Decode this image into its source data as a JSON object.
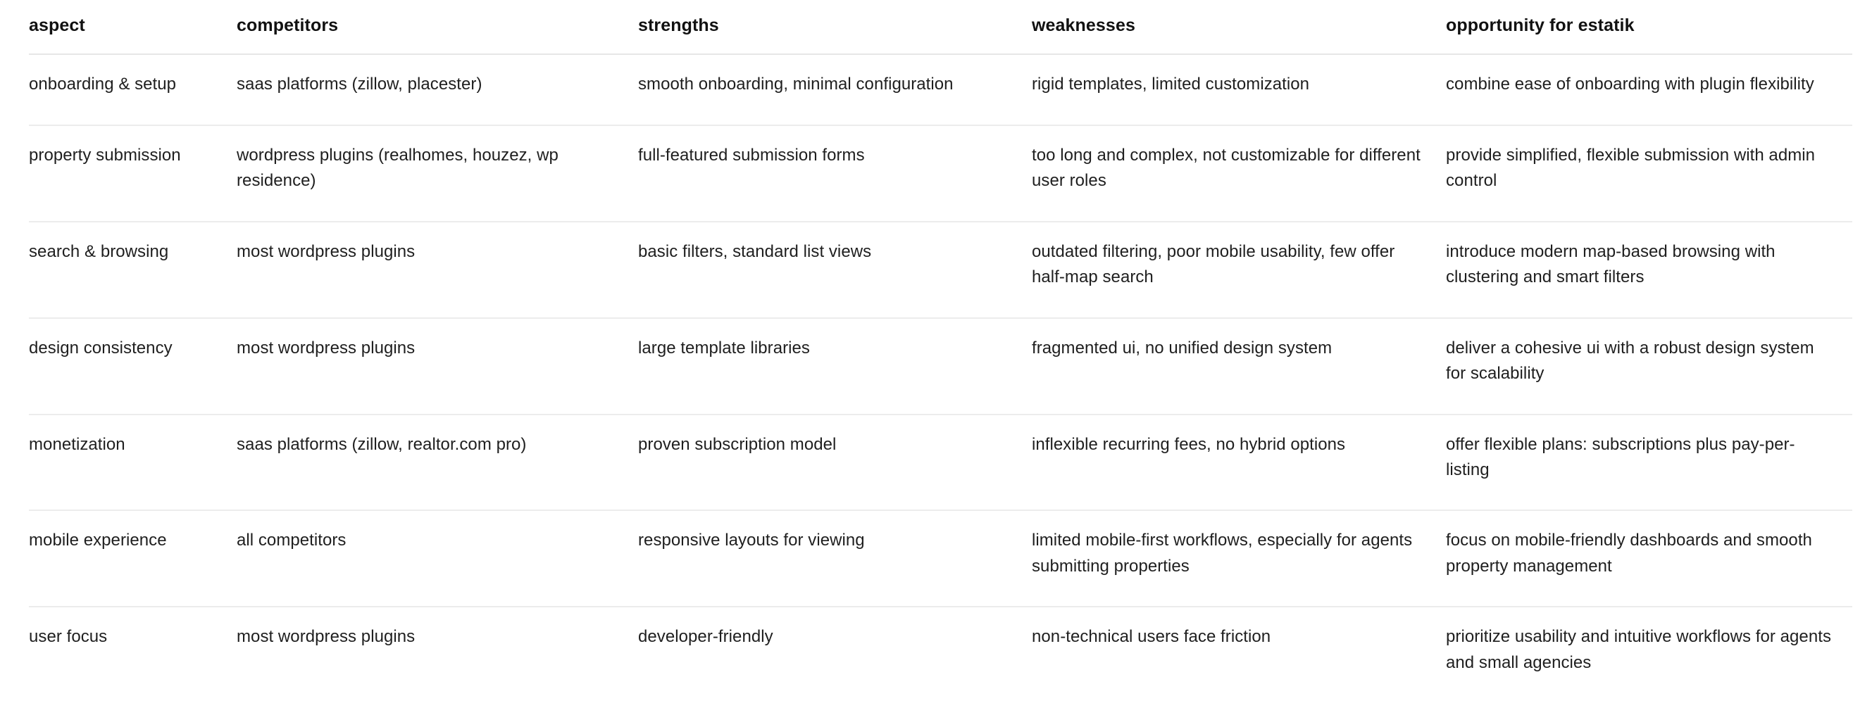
{
  "table": {
    "columns": [
      "aspect",
      "competitors",
      "strengths",
      "weaknesses",
      "opportunity for estatik"
    ],
    "rows": [
      {
        "aspect": "onboarding & setup",
        "competitors": "saas platforms (zillow, placester)",
        "strengths": "smooth onboarding, minimal configuration",
        "weaknesses": "rigid templates, limited customization",
        "opportunity": "combine ease of onboarding with plugin flexibility"
      },
      {
        "aspect": "property submission",
        "competitors": "wordpress plugins (realhomes, houzez, wp residence)",
        "strengths": "full-featured submission forms",
        "weaknesses": "too long and complex, not customizable for different user roles",
        "opportunity": "provide simplified, flexible submission with admin control"
      },
      {
        "aspect": "search & browsing",
        "competitors": "most wordpress plugins",
        "strengths": "basic filters, standard list views",
        "weaknesses": "outdated filtering, poor mobile usability, few offer half-map search",
        "opportunity": "introduce modern map-based browsing with clustering and smart filters"
      },
      {
        "aspect": "design consistency",
        "competitors": "most wordpress plugins",
        "strengths": "large template libraries",
        "weaknesses": "fragmented ui, no unified design system",
        "opportunity": "deliver a cohesive ui with a robust design system for scalability"
      },
      {
        "aspect": "monetization",
        "competitors": "saas platforms (zillow, realtor.com pro)",
        "strengths": "proven subscription model",
        "weaknesses": "inflexible recurring fees, no hybrid options",
        "opportunity": "offer flexible plans: subscriptions plus pay-per-listing"
      },
      {
        "aspect": "mobile experience",
        "competitors": "all competitors",
        "strengths": "responsive layouts for viewing",
        "weaknesses": "limited mobile-first workflows, especially for agents submitting properties",
        "opportunity": "focus on mobile-friendly dashboards and smooth property management"
      },
      {
        "aspect": "user focus",
        "competitors": "most wordpress plugins",
        "strengths": "developer-friendly",
        "weaknesses": "non-technical users face friction",
        "opportunity": "prioritize usability and intuitive workflows for agents and small agencies"
      }
    ]
  },
  "colors": {
    "background": "#ffffff",
    "text": "#1f1f1f",
    "header_text": "#111111",
    "header_rule": "#e6e6e6",
    "row_rule": "#ececec"
  }
}
